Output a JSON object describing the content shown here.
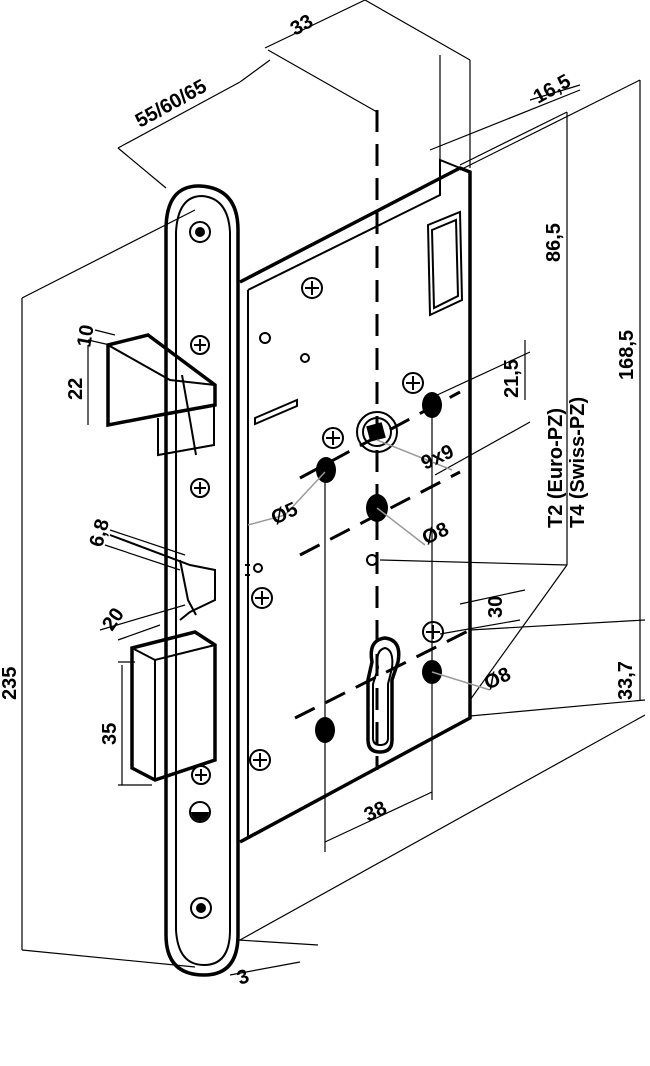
{
  "colors": {
    "line": "#000000",
    "leader": "#9a9a9a",
    "background": "#ffffff"
  },
  "dimensions": {
    "backset": "55/60/65",
    "d33": "33",
    "d16_5": "16,5",
    "d86_5": "86,5",
    "d168_5": "168,5",
    "d21_5": "21,5",
    "d235": "235",
    "d10": "10",
    "d22": "22",
    "d6_8": "6,8",
    "d20": "20",
    "d35": "35",
    "d38": "38",
    "d30": "30",
    "d33_7": "33,7",
    "d3": "3",
    "square9": "9x9",
    "dia5_left": "Ø5",
    "dia8_mid": "Ø8",
    "dia8_right": "Ø8",
    "variant_t2": "T2 (Euro-PZ)",
    "variant_t4": "T4 (Swiss-PZ)"
  }
}
